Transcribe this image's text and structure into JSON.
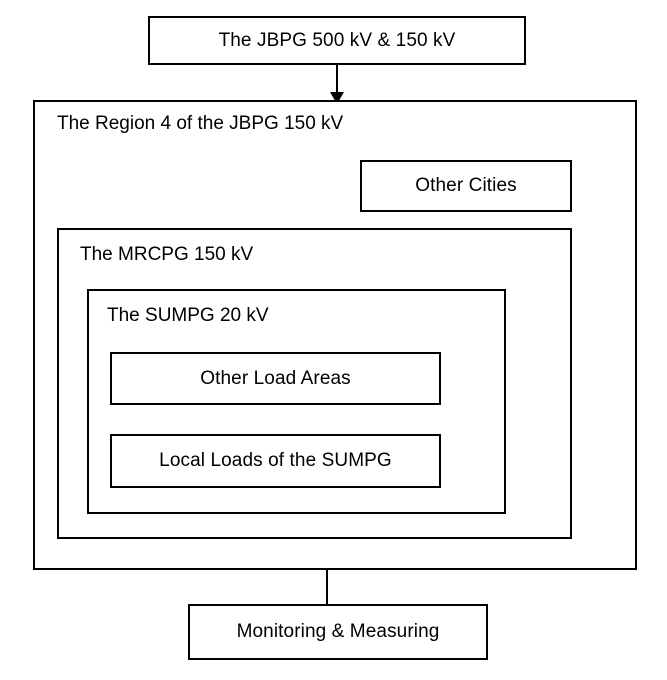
{
  "diagram": {
    "title": "Hierarchical power grid structure diagram",
    "background_color": "#ffffff",
    "line_color": "#000000",
    "nodes": {
      "jbpg": {
        "label": "The JBPG 500 kV & 150 kV"
      },
      "region": {
        "label": "The Region 4 of the JBPG 150 kV"
      },
      "other_cities": {
        "label": "Other Cities"
      },
      "mrcpg": {
        "label": "The MRCPG 150 kV"
      },
      "sumpg": {
        "label": "The SUMPG 20 kV"
      },
      "other_load_areas": {
        "label": "Other Load Areas"
      },
      "local_loads": {
        "label": "Local Loads of the SUMPG"
      },
      "monitoring": {
        "label": "Monitoring & Measuring"
      }
    },
    "connections": [
      {
        "from": "jbpg",
        "to": "region",
        "direction": "down",
        "arrow": "filled-triangle"
      },
      {
        "from": "region",
        "to": "other_cities",
        "direction": "left",
        "arrow": "filled-triangle"
      },
      {
        "from": "region",
        "to": "mrcpg",
        "direction": "left",
        "arrow": "filled-triangle"
      },
      {
        "from": "mrcpg",
        "to": "sumpg",
        "direction": "left",
        "arrow": "filled-triangle"
      },
      {
        "from": "sumpg",
        "to": "other_load_areas",
        "direction": "left",
        "arrow": "filled-triangle"
      },
      {
        "from": "sumpg",
        "to": "local_loads",
        "direction": "left",
        "arrow": "filled-triangle"
      },
      {
        "from": "monitoring",
        "to": "local_loads",
        "direction": "up",
        "arrow": "filled-triangle"
      }
    ]
  }
}
